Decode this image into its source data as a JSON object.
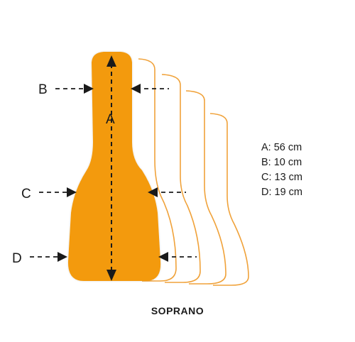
{
  "colors": {
    "body_fill": "#f39a0f",
    "outline_stroke": "#f0a23a",
    "arrow": "#1a1a1a"
  },
  "labels": {
    "a": "A",
    "b": "B",
    "c": "C",
    "d": "D"
  },
  "legend": [
    "A: 56 cm",
    "B: 10 cm",
    "C: 13 cm",
    "D: 19 cm"
  ],
  "caption": "SOPRANO"
}
